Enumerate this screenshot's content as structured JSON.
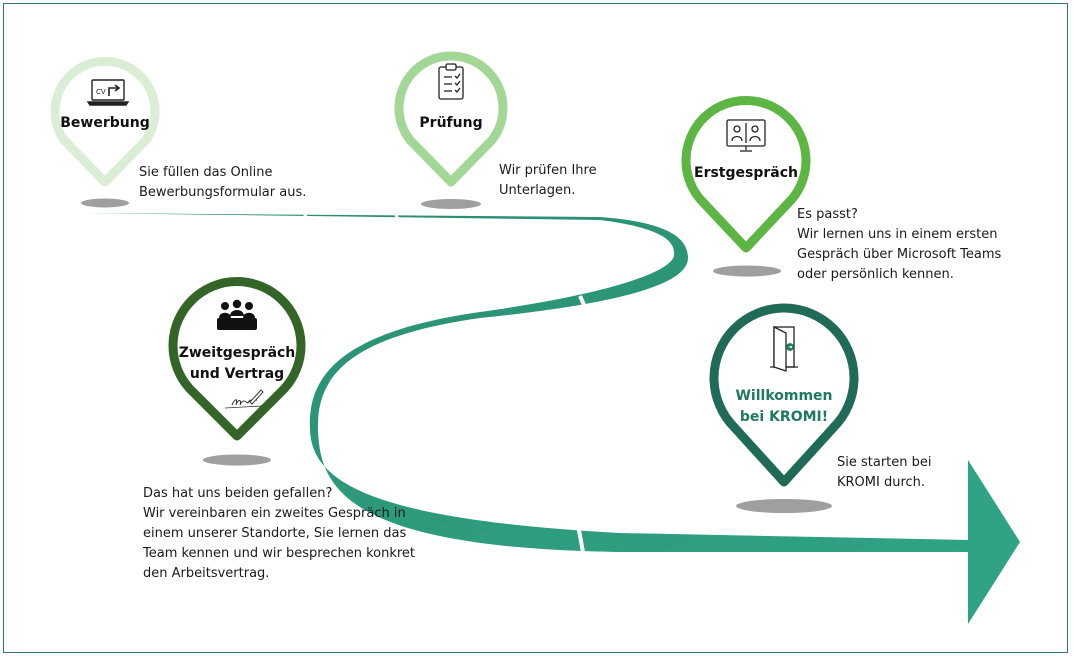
{
  "steps": [
    {
      "id": "bewerbung",
      "title": "Bewerbung",
      "icon": "cv-laptop-icon",
      "color": "#daeed6",
      "title_color": "#111111",
      "description": "Sie füllen das Online\nBewerbungsformular aus."
    },
    {
      "id": "pruefung",
      "title": "Prüfung",
      "icon": "clipboard-checklist-icon",
      "color": "#a3d796",
      "title_color": "#111111",
      "description": "Wir prüfen Ihre\nUnterlagen."
    },
    {
      "id": "erstgespraech",
      "title": "Erstgespräch",
      "icon": "video-call-icon",
      "color": "#5db543",
      "title_color": "#111111",
      "description": "Es passt?\nWir lernen uns in einem ersten\nGespräch über Microsoft Teams\noder persönlich kennen."
    },
    {
      "id": "zweitgespraech",
      "title_line1": "Zweitgespräch",
      "title_line2": "und Vertrag",
      "icon": "meeting-group-icon",
      "icon2": "signature-pen-icon",
      "color": "#346528",
      "title_color": "#111111",
      "description": "Das hat uns beiden gefallen?\nWir vereinbaren ein zweites Gespräch in\neinem unserer Standorte, Sie lernen das\nTeam kennen und wir besprechen konkret\nden Arbeitsvertrag."
    },
    {
      "id": "willkommen",
      "title_line1": "Willkommen",
      "title_line2": "bei KROMI!",
      "icon": "door-entry-icon",
      "color": "#1f6b57",
      "title_color": "#1f7a5c",
      "description": "Sie starten bei\nKROMI durch."
    }
  ],
  "road_colors": {
    "start": "#2a8a6e",
    "end": "#2fa384"
  }
}
